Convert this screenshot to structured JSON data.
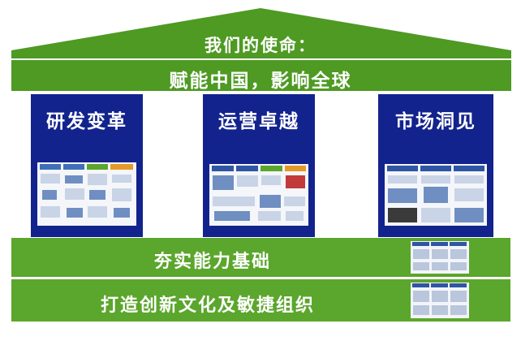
{
  "roof": {
    "line1": "我们的使命：",
    "line2": "赋能中国，影响全球"
  },
  "pillars": [
    {
      "label": "研发变革"
    },
    {
      "label": "运营卓越"
    },
    {
      "label": "市场洞见"
    }
  ],
  "foundation": {
    "band1": "夯实能力基础",
    "band2": "打造创新文化及敏捷组织"
  },
  "colors": {
    "green": "#5ba62c",
    "roof_green": "#4e9a23",
    "navy": "#13238d"
  }
}
